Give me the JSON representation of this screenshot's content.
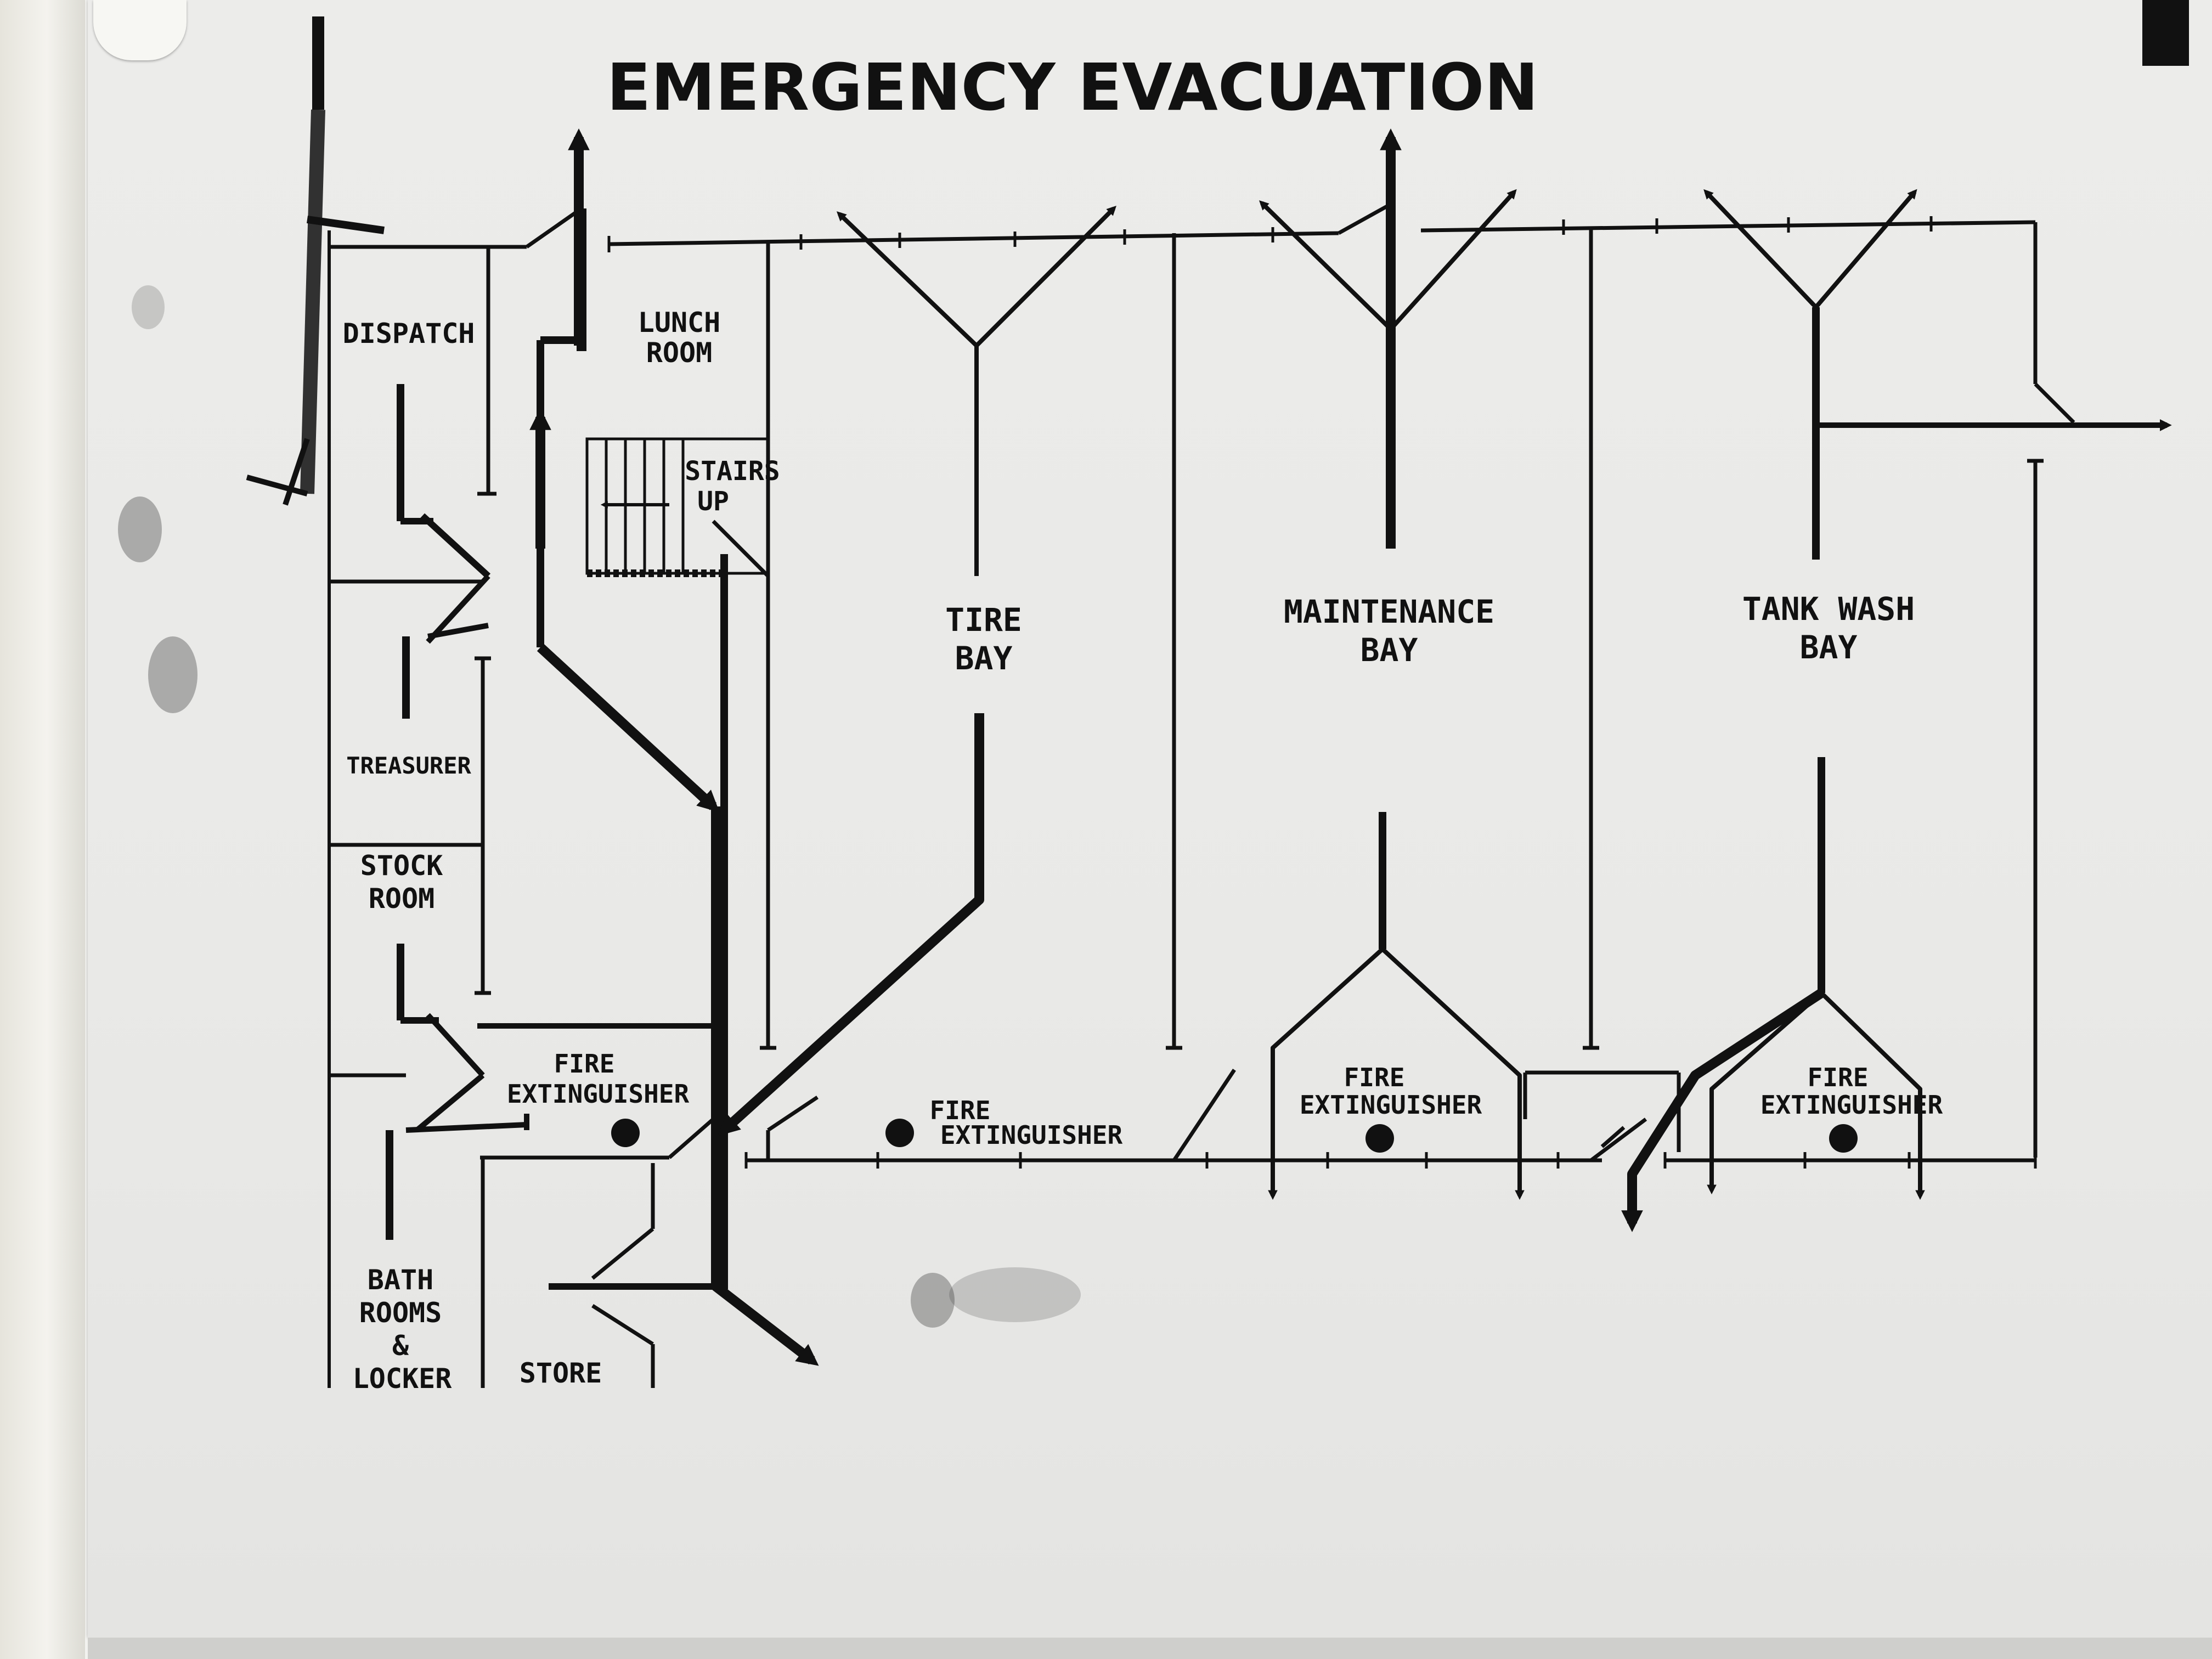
{
  "title": "EMERGENCY EVACUATION",
  "rooms": {
    "dispatch": "DISPATCH",
    "lunch_1": "LUNCH",
    "lunch_2": "ROOM",
    "stairs_1": "STAIRS",
    "stairs_2": "UP",
    "treasurer": "TREASURER",
    "stock_1": "STOCK",
    "stock_2": "ROOM",
    "bath_1": "BATH",
    "bath_2": "ROOMS",
    "bath_3": "&",
    "bath_4": "LOCKER",
    "store": "STORE",
    "tire_1": "TIRE",
    "tire_2": "BAY",
    "maint_1": "MAINTENANCE",
    "maint_2": "BAY",
    "tank_1": "TANK WASH",
    "tank_2": "BAY"
  },
  "extinguishers": {
    "fire_label": "FIRE",
    "ext_label": "EXTINGUISHER"
  },
  "colors": {
    "ink": "#111111",
    "paper": "#e9e9e7"
  }
}
